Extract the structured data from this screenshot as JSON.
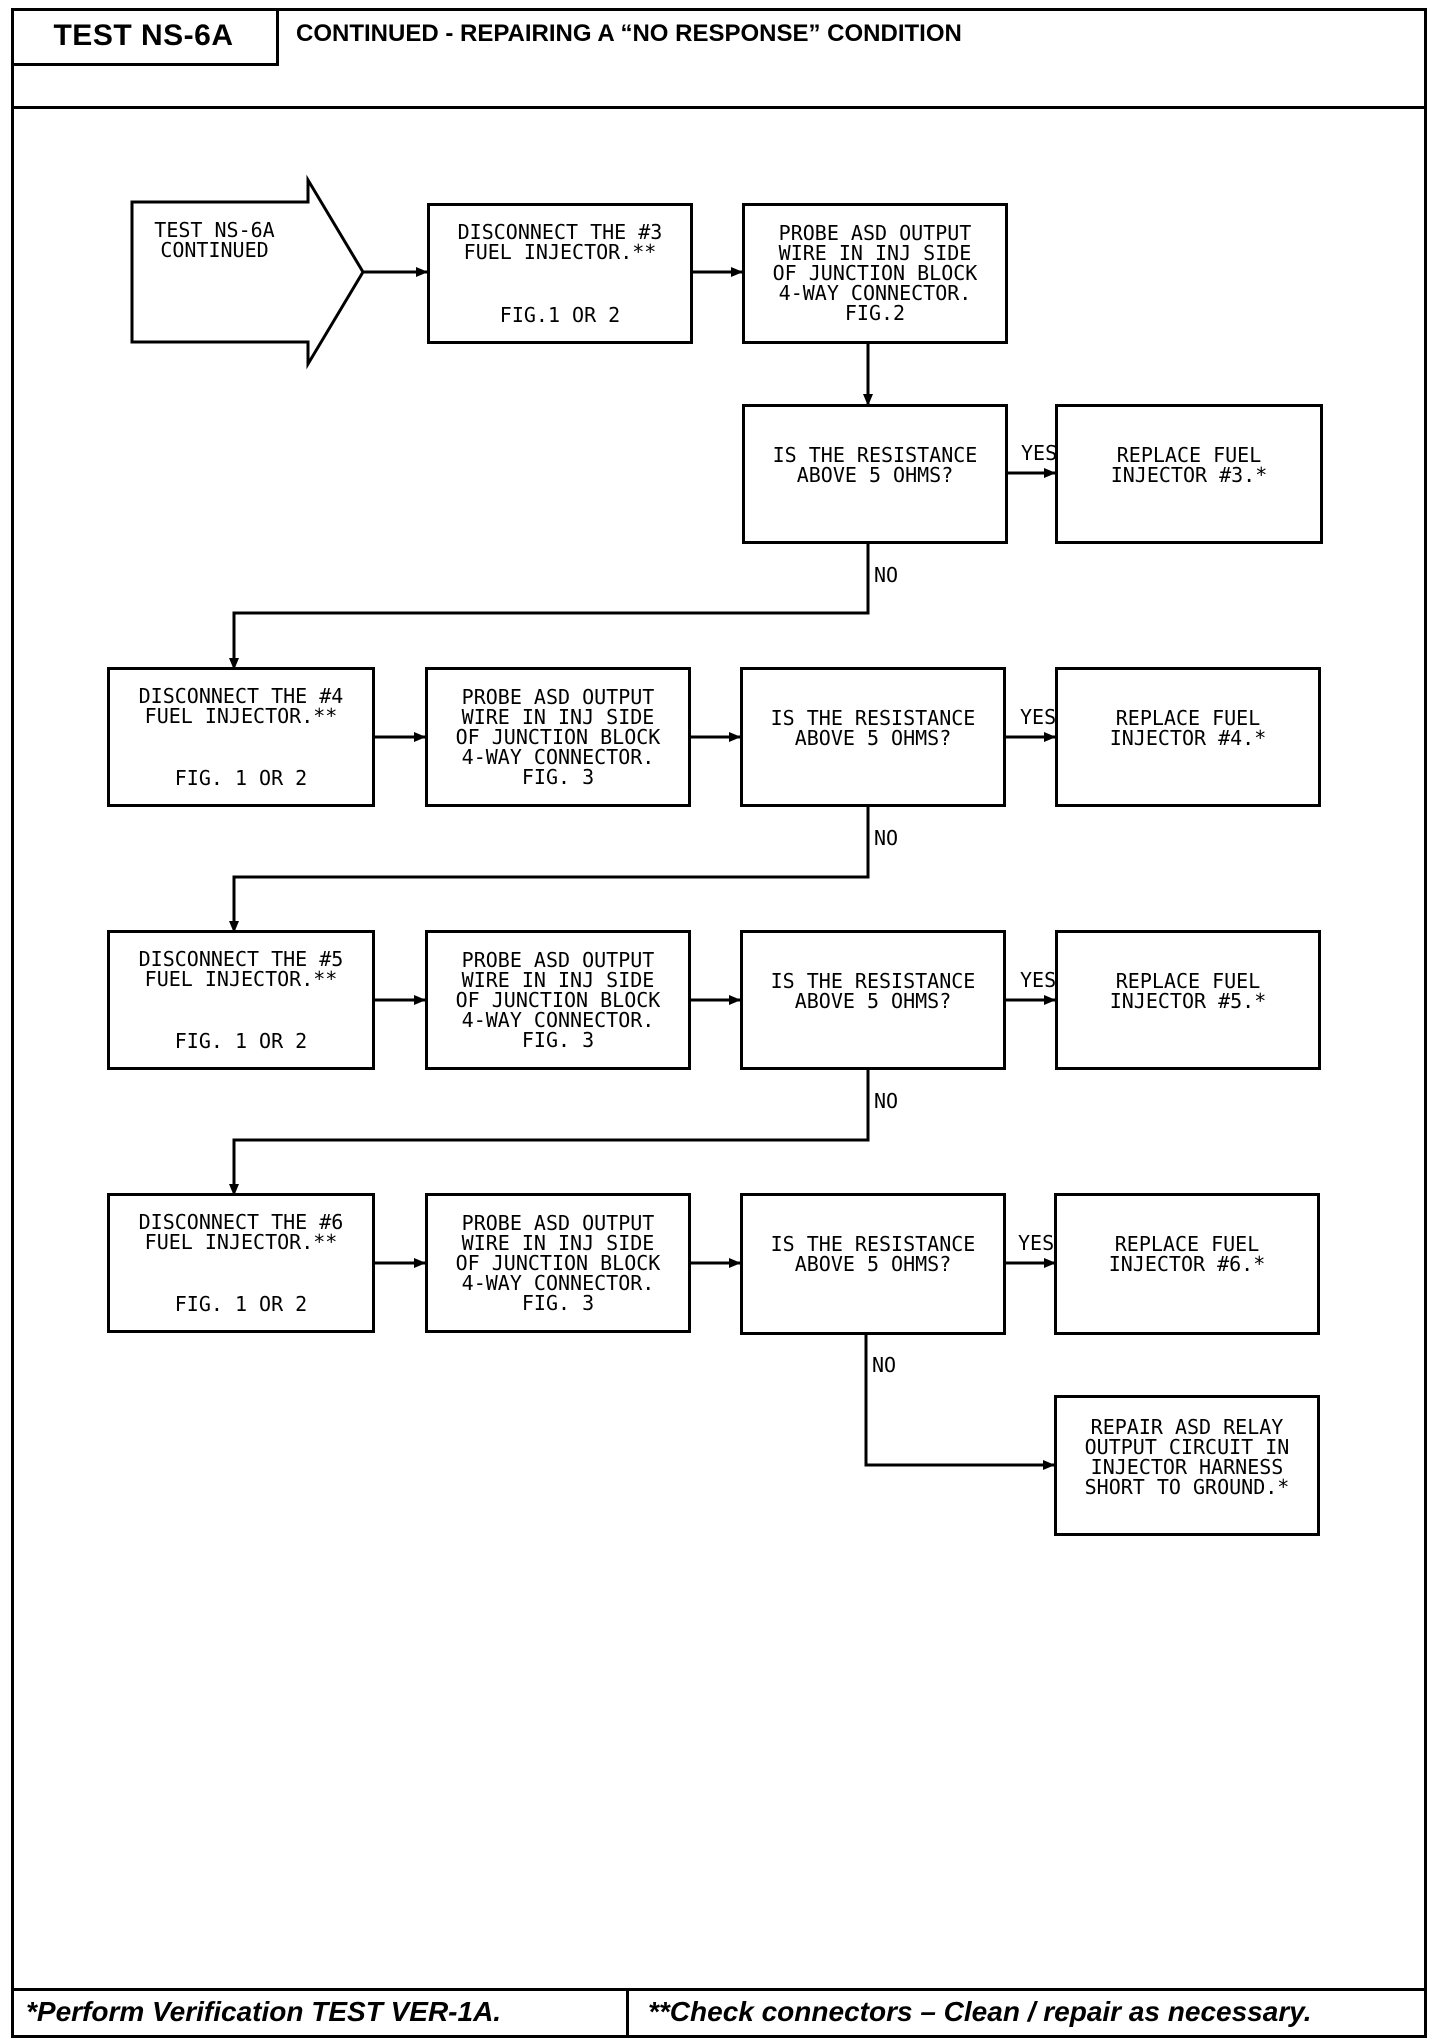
{
  "header": {
    "test_id": "TEST NS-6A",
    "title": "CONTINUED - REPAIRING A “NO RESPONSE” CONDITION"
  },
  "flow": {
    "start": "TEST NS-6A\nCONTINUED",
    "r1": {
      "disconnect": "DISCONNECT THE #3\nFUEL INJECTOR.**",
      "disconnect_fig": "FIG.1 OR 2",
      "probe": "PROBE ASD OUTPUT\nWIRE IN INJ SIDE\nOF JUNCTION BLOCK\n4-WAY CONNECTOR.\nFIG.2"
    },
    "r2": {
      "question": "IS THE RESISTANCE\nABOVE 5 OHMS?",
      "yes": "YES",
      "no": "NO",
      "action": "REPLACE FUEL\nINJECTOR #3.*"
    },
    "r3": {
      "disconnect": "DISCONNECT THE #4\nFUEL INJECTOR.**",
      "disconnect_fig": "FIG. 1 OR 2",
      "probe": "PROBE ASD OUTPUT\nWIRE IN INJ SIDE\nOF JUNCTION BLOCK\n4-WAY CONNECTOR.\nFIG. 3",
      "question": "IS THE RESISTANCE\nABOVE 5 OHMS?",
      "yes": "YES",
      "no": "NO",
      "action": "REPLACE FUEL\nINJECTOR #4.*"
    },
    "r4": {
      "disconnect": "DISCONNECT THE #5\nFUEL INJECTOR.**",
      "disconnect_fig": "FIG. 1 OR 2",
      "probe": "PROBE ASD OUTPUT\nWIRE IN INJ SIDE\nOF JUNCTION BLOCK\n4-WAY CONNECTOR.\nFIG. 3",
      "question": "IS THE RESISTANCE\nABOVE 5 OHMS?",
      "yes": "YES",
      "no": "NO",
      "action": "REPLACE FUEL\nINJECTOR #5.*"
    },
    "r5": {
      "disconnect": "DISCONNECT THE #6\nFUEL INJECTOR.**",
      "disconnect_fig": "FIG. 1 OR 2",
      "probe": "PROBE ASD OUTPUT\nWIRE IN INJ SIDE\nOF JUNCTION BLOCK\n4-WAY CONNECTOR.\nFIG. 3",
      "question": "IS THE RESISTANCE\nABOVE 5 OHMS?",
      "yes": "YES",
      "no": "NO",
      "action": "REPLACE FUEL\nINJECTOR #6.*"
    },
    "final": "REPAIR ASD RELAY\nOUTPUT CIRCUIT IN\nINJECTOR HARNESS\nSHORT TO GROUND.*"
  },
  "footer": {
    "left": "*Perform Verification TEST VER-1A.",
    "right": "**Check connectors – Clean / repair as necessary."
  }
}
